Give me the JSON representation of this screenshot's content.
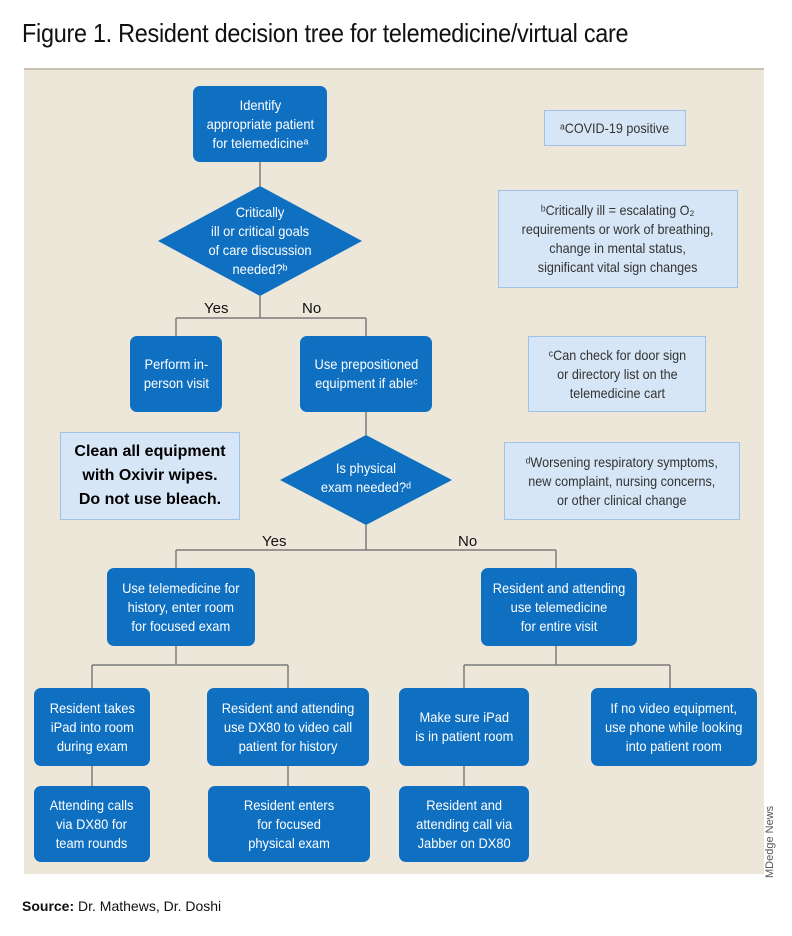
{
  "title": "Figure 1. Resident decision tree for telemedicine/virtual care",
  "nodes": {
    "identify": "Identify\nappropriate patient\nfor telemedicineᵃ",
    "critical_q": "Critically\nill or critical goals\nof care discussion\nneeded?ᵇ",
    "perform_visit": "Perform in-\nperson visit",
    "use_prepositioned": "Use prepositioned\nequipment if ableᶜ",
    "exam_q": "Is physical\nexam needed?ᵈ",
    "telemed_history": "Use telemedicine for\nhistory, enter room\nfor focused exam",
    "telemed_entire": "Resident and attending\nuse telemedicine\nfor entire visit",
    "ipad_room": "Resident takes\niPad into room\nduring exam",
    "dx80_video": "Resident and attending\nuse DX80 to video call\npatient for history",
    "ipad_check": "Make sure iPad\nis in patient room",
    "phone": "If no video equipment,\nuse phone while looking\ninto patient room",
    "attending_calls": "Attending calls\nvia DX80 for\nteam rounds",
    "resident_enters": "Resident enters\nfor focused\nphysical exam",
    "jabber": "Resident and\nattending call via\nJabber on DX80"
  },
  "labels": {
    "yes": "Yes",
    "no": "No"
  },
  "notes": {
    "a": "ᵃCOVID-19 positive",
    "b": "ᵇCritically ill = escalating O₂\nrequirements or work of breathing,\nchange in mental status,\nsignificant vital sign changes",
    "c": "ᶜCan check for door sign\nor directory list on the\ntelemedicine cart",
    "d": "ᵈWorsening respiratory symptoms,\nnew complaint, nursing concerns,\nor other clinical change"
  },
  "warning": "Clean all equipment\nwith Oxivir wipes.\nDo not use bleach.",
  "source_label": "Source:",
  "source_text": " Dr. Mathews, Dr. Doshi",
  "credit": "MDedge News",
  "colors": {
    "box": "#0f6fc1",
    "panel": "#ede7d9",
    "note": "#d6e6f6",
    "line": "#7a7a7a"
  }
}
